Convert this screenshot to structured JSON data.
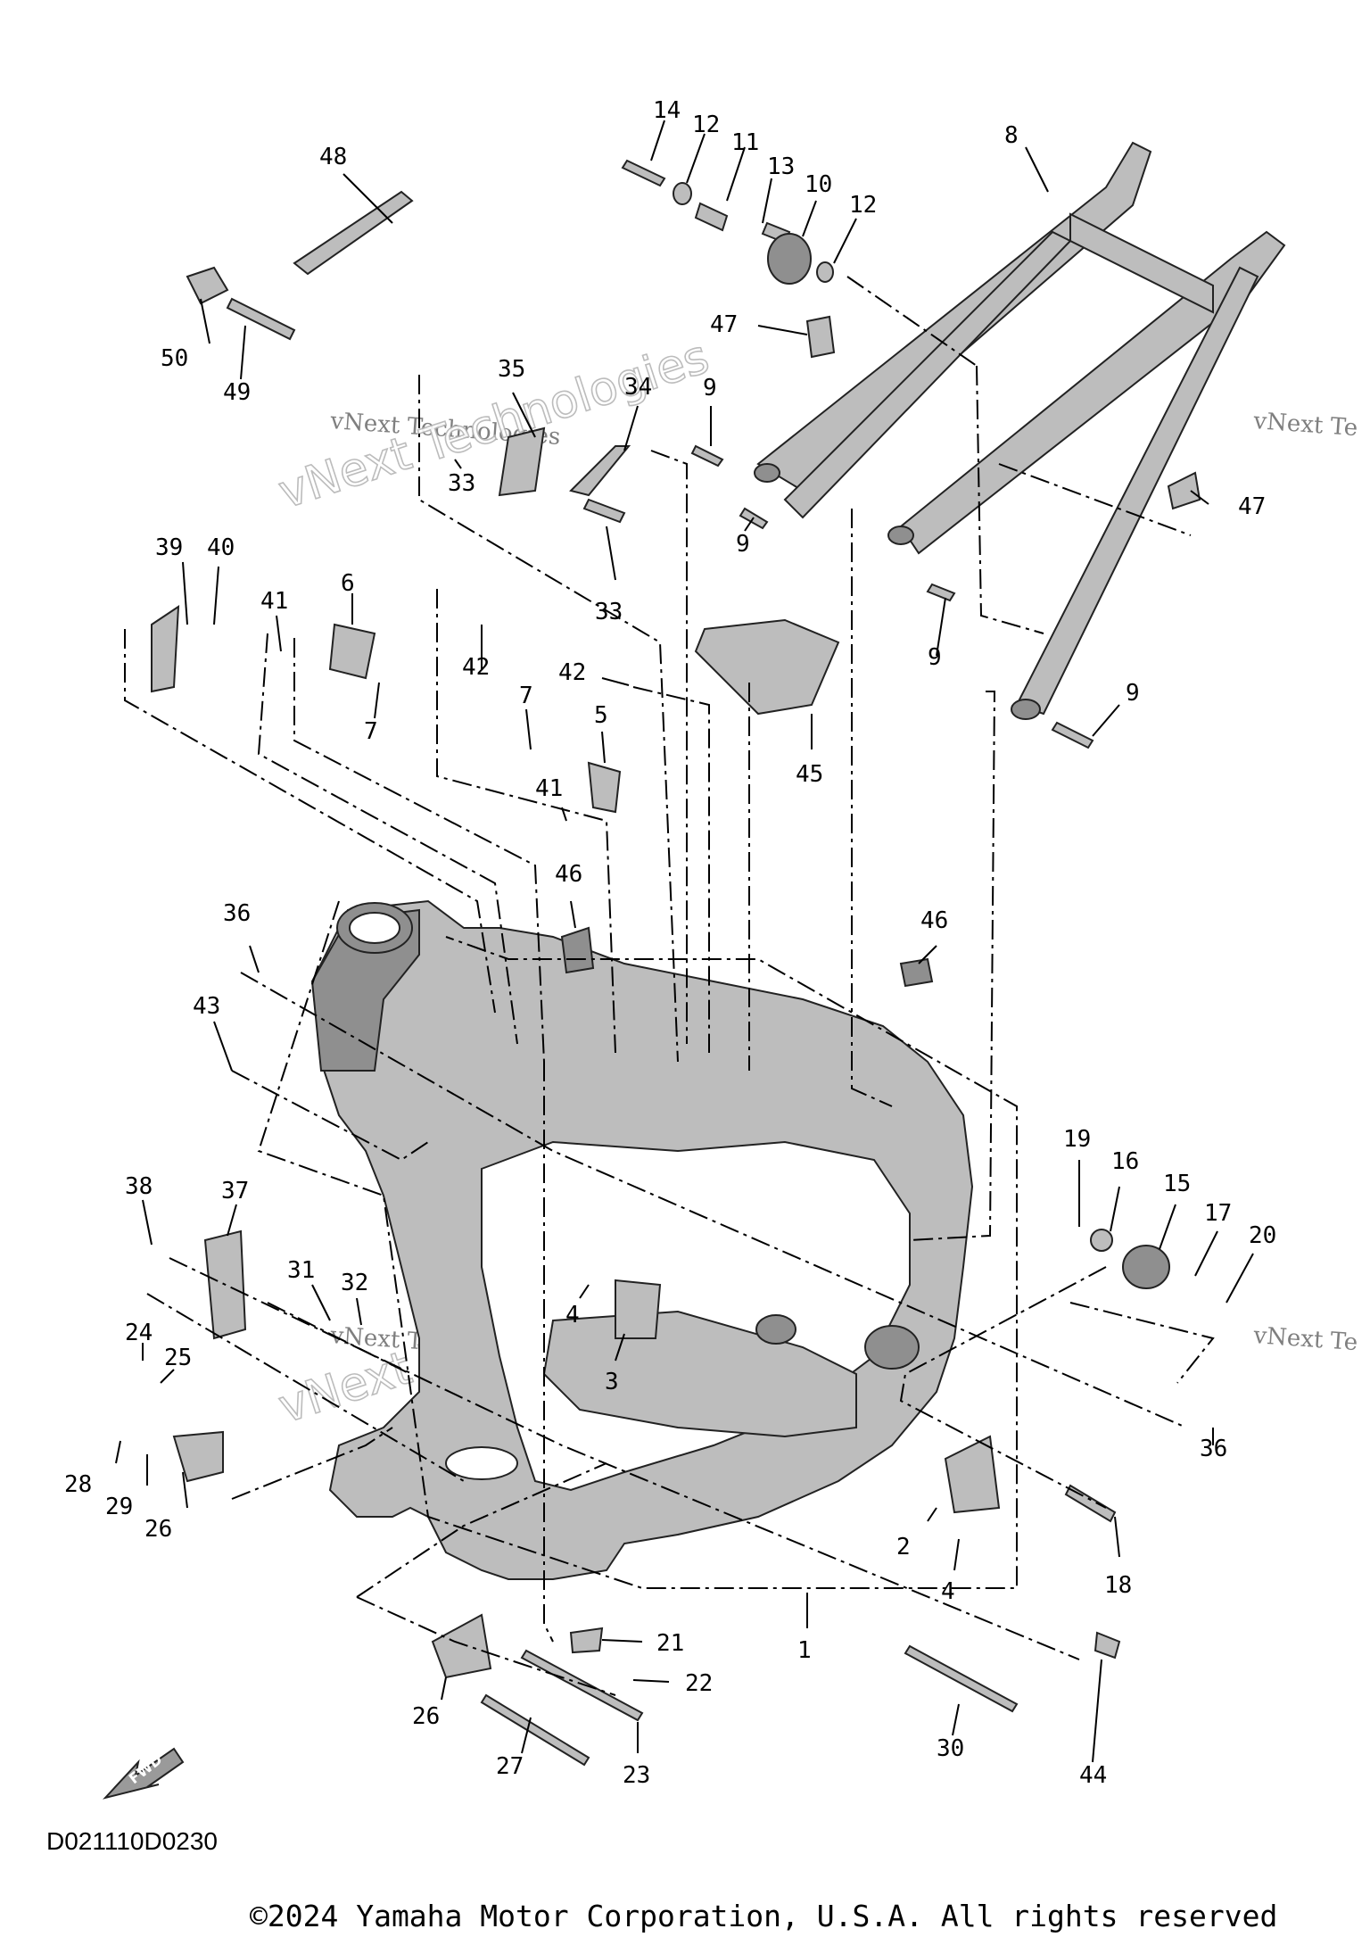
{
  "diagram": {
    "code": "D021110D0230",
    "copyright": "©2024 Yamaha Motor Corporation, U.S.A. All rights reserved",
    "direction_label": "FWD",
    "watermark_small": "vNext Technologies",
    "watermark_big": "vNext Technologies",
    "watermark_partial": "vNext Te",
    "parts": [
      {
        "id": "p14",
        "label": "14"
      },
      {
        "id": "p12a",
        "label": "12"
      },
      {
        "id": "p11",
        "label": "11"
      },
      {
        "id": "p13",
        "label": "13"
      },
      {
        "id": "p10",
        "label": "10"
      },
      {
        "id": "p12b",
        "label": "12"
      },
      {
        "id": "p8",
        "label": "8"
      },
      {
        "id": "p48",
        "label": "48"
      },
      {
        "id": "p50",
        "label": "50"
      },
      {
        "id": "p49",
        "label": "49"
      },
      {
        "id": "p47a",
        "label": "47"
      },
      {
        "id": "p35",
        "label": "35"
      },
      {
        "id": "p34",
        "label": "34"
      },
      {
        "id": "p9a",
        "label": "9"
      },
      {
        "id": "p33a",
        "label": "33"
      },
      {
        "id": "p9b",
        "label": "9"
      },
      {
        "id": "p47b",
        "label": "47"
      },
      {
        "id": "p33b",
        "label": "33"
      },
      {
        "id": "p39",
        "label": "39"
      },
      {
        "id": "p40",
        "label": "40"
      },
      {
        "id": "p41a",
        "label": "41"
      },
      {
        "id": "p6",
        "label": "6"
      },
      {
        "id": "p42a",
        "label": "42"
      },
      {
        "id": "p9c",
        "label": "9"
      },
      {
        "id": "p42b",
        "label": "42"
      },
      {
        "id": "p7a",
        "label": "7"
      },
      {
        "id": "p7b",
        "label": "7"
      },
      {
        "id": "p5",
        "label": "5"
      },
      {
        "id": "p9d",
        "label": "9"
      },
      {
        "id": "p45",
        "label": "45"
      },
      {
        "id": "p41b",
        "label": "41"
      },
      {
        "id": "p46a",
        "label": "46"
      },
      {
        "id": "p36a",
        "label": "36"
      },
      {
        "id": "p46b",
        "label": "46"
      },
      {
        "id": "p43",
        "label": "43"
      },
      {
        "id": "p19",
        "label": "19"
      },
      {
        "id": "p16",
        "label": "16"
      },
      {
        "id": "p15",
        "label": "15"
      },
      {
        "id": "p17",
        "label": "17"
      },
      {
        "id": "p20",
        "label": "20"
      },
      {
        "id": "p38",
        "label": "38"
      },
      {
        "id": "p37",
        "label": "37"
      },
      {
        "id": "p31",
        "label": "31"
      },
      {
        "id": "p32",
        "label": "32"
      },
      {
        "id": "p4a",
        "label": "4"
      },
      {
        "id": "p24",
        "label": "24"
      },
      {
        "id": "p25",
        "label": "25"
      },
      {
        "id": "p3",
        "label": "3"
      },
      {
        "id": "p28",
        "label": "28"
      },
      {
        "id": "p29",
        "label": "29"
      },
      {
        "id": "p26a",
        "label": "26"
      },
      {
        "id": "p36b",
        "label": "36"
      },
      {
        "id": "p2",
        "label": "2"
      },
      {
        "id": "p4b",
        "label": "4"
      },
      {
        "id": "p18",
        "label": "18"
      },
      {
        "id": "p21",
        "label": "21"
      },
      {
        "id": "p1",
        "label": "1"
      },
      {
        "id": "p22",
        "label": "22"
      },
      {
        "id": "p26b",
        "label": "26"
      },
      {
        "id": "p30",
        "label": "30"
      },
      {
        "id": "p27",
        "label": "27"
      },
      {
        "id": "p23",
        "label": "23"
      },
      {
        "id": "p44",
        "label": "44"
      }
    ]
  }
}
